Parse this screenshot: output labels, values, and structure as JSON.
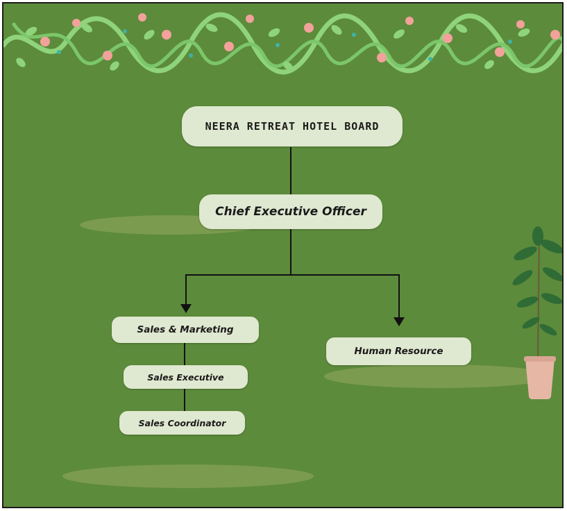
{
  "org_chart": {
    "board": "NEERA RETREAT HOTEL BOARD",
    "ceo": "Chief Executive Officer",
    "departments": [
      {
        "name": "Sales & Marketing",
        "children": [
          "Sales Executive",
          "Sales Coordinator"
        ]
      },
      {
        "name": "Human Resource",
        "children": []
      }
    ]
  },
  "colors": {
    "background": "#5c8b3b",
    "node_fill": "#dfe8d0",
    "connector": "#111111",
    "vine": "#8fd47a",
    "flower": "#f2a29a",
    "plant_pot": "#e6b7a5"
  },
  "decor_icons": [
    "vine-garland",
    "potted-plant"
  ]
}
